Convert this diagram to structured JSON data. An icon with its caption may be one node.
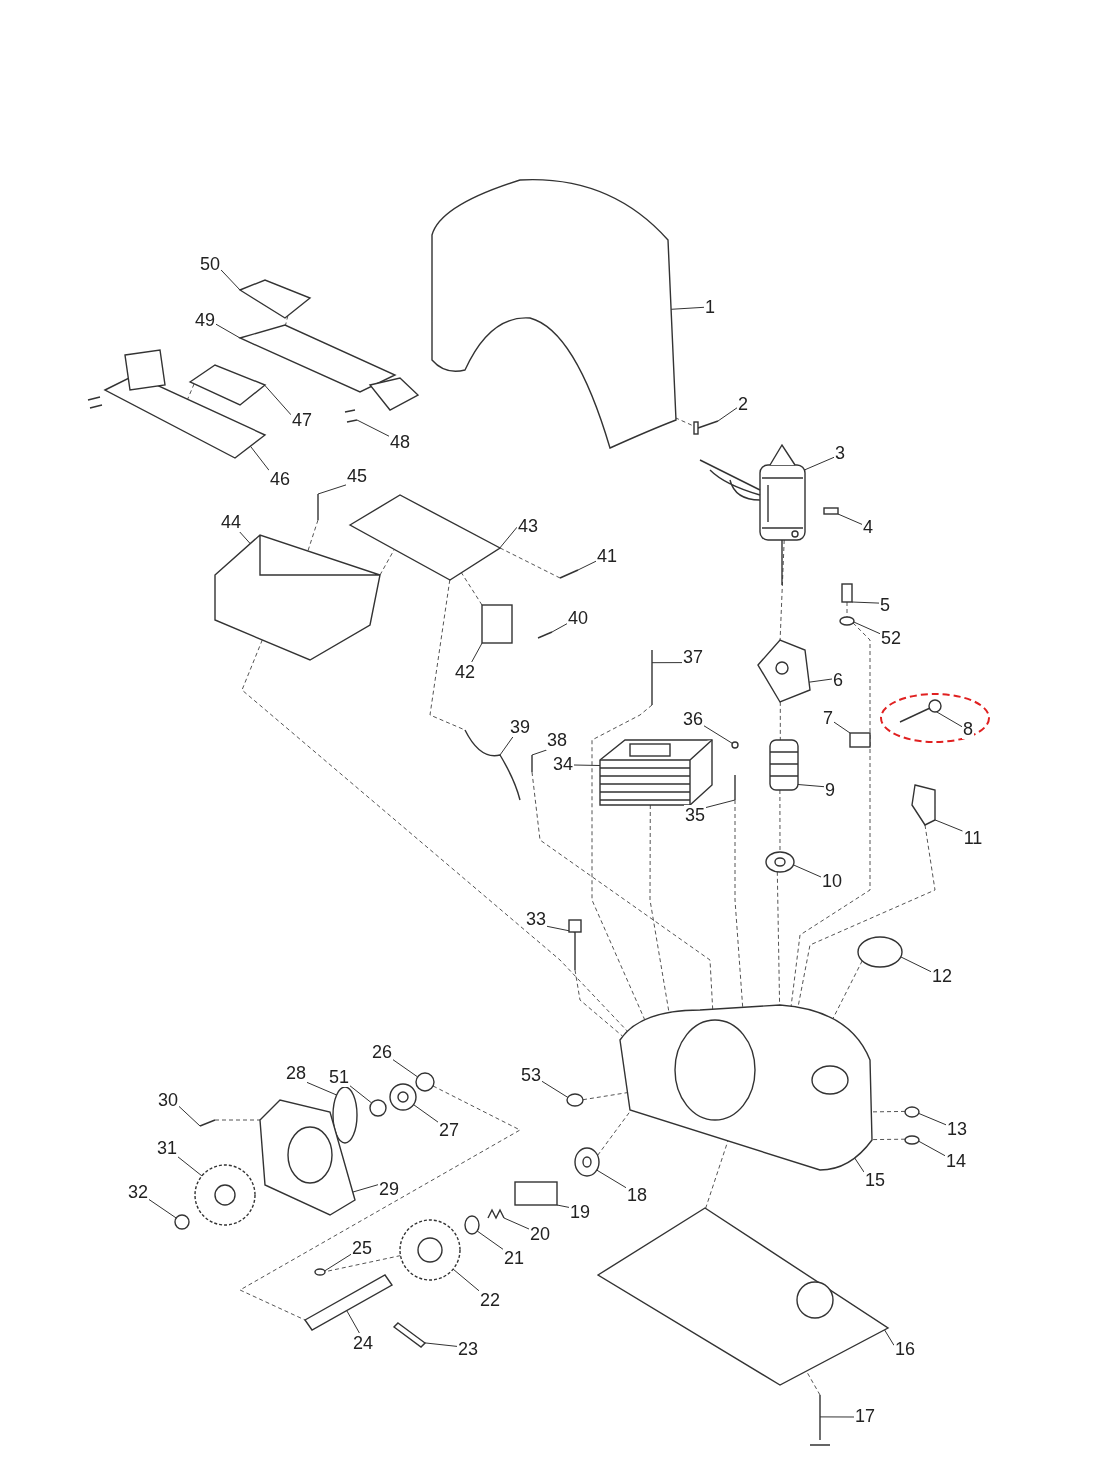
{
  "diagram": {
    "nodes": [
      {
        "text": [
          "1"
        ]
      },
      {
        "text": [
          "2"
        ]
      },
      {
        "text": [
          "3"
        ]
      },
      {
        "text": [
          "4"
        ]
      },
      {
        "text": [
          "5"
        ]
      },
      {
        "text": [
          "6"
        ]
      },
      {
        "text": [
          "7"
        ]
      },
      {
        "text": [
          "8"
        ]
      },
      {
        "text": [
          "9"
        ]
      },
      {
        "text": [
          "10"
        ]
      },
      {
        "text": [
          "11"
        ]
      },
      {
        "text": [
          "12"
        ]
      },
      {
        "text": [
          "13"
        ]
      },
      {
        "text": [
          "14"
        ]
      },
      {
        "text": [
          "15"
        ]
      },
      {
        "text": [
          "16"
        ]
      },
      {
        "text": [
          "17"
        ]
      },
      {
        "text": [
          "18"
        ]
      },
      {
        "text": [
          "19"
        ]
      },
      {
        "text": [
          "20"
        ]
      },
      {
        "text": [
          "21"
        ]
      },
      {
        "text": [
          "22"
        ]
      },
      {
        "text": [
          "23"
        ]
      },
      {
        "text": [
          "24"
        ]
      },
      {
        "text": [
          "25"
        ]
      },
      {
        "text": [
          "26"
        ]
      },
      {
        "text": [
          "27"
        ]
      },
      {
        "text": [
          "28"
        ]
      },
      {
        "text": [
          "29"
        ]
      },
      {
        "text": [
          "30"
        ]
      },
      {
        "text": [
          "31"
        ]
      },
      {
        "text": [
          "32"
        ]
      },
      {
        "text": [
          "33"
        ]
      },
      {
        "text": [
          "34"
        ]
      },
      {
        "text": [
          "35"
        ]
      },
      {
        "text": [
          "36"
        ]
      },
      {
        "text": [
          "37"
        ]
      },
      {
        "text": [
          "38"
        ]
      },
      {
        "text": [
          "39"
        ]
      },
      {
        "text": [
          "40"
        ]
      },
      {
        "text": [
          "41"
        ]
      },
      {
        "text": [
          "42"
        ]
      },
      {
        "text": [
          "43"
        ]
      },
      {
        "text": [
          "44"
        ]
      },
      {
        "text": [
          "45"
        ]
      },
      {
        "text": [
          "46"
        ]
      },
      {
        "text": [
          "47"
        ]
      },
      {
        "text": [
          "48"
        ]
      },
      {
        "text": [
          "49"
        ]
      },
      {
        "text": [
          "50"
        ]
      },
      {
        "text": [
          "51"
        ]
      },
      {
        "text": [
          "52"
        ]
      },
      {
        "text": [
          "53"
        ]
      },
      {
        "text": [],
        "shape": "picture"
      },
      {
        "text": [],
        "shape": "picture"
      },
      {
        "text": [],
        "shape": "picture"
      },
      {
        "text": [],
        "shape": "box"
      },
      {
        "text": [],
        "shape": "box"
      },
      {
        "text": [],
        "shape": "picture"
      },
      {
        "text": [],
        "shape": "box"
      },
      {
        "text": [],
        "shape": "picture"
      },
      {
        "text": [],
        "shape": "picture"
      },
      {
        "text": [],
        "shape": "picture"
      },
      {
        "text": [],
        "shape": "picture"
      },
      {
        "text": [],
        "shape": "circle"
      },
      {
        "text": [],
        "shape": "circle"
      },
      {
        "text": [],
        "shape": "circle"
      },
      {
        "text": [],
        "shape": "picture"
      },
      {
        "text": [],
        "shape": "picture"
      },
      {
        "text": [],
        "shape": "picture"
      },
      {
        "text": [],
        "shape": "picture"
      },
      {
        "text": [],
        "shape": "box"
      },
      {
        "text": [],
        "shape": "picture"
      },
      {
        "text": [],
        "shape": "circle"
      },
      {
        "text": [],
        "shape": "picture"
      },
      {
        "text": [],
        "shape": "picture"
      },
      {
        "text": [],
        "shape": "picture"
      },
      {
        "text": [],
        "shape": "circle"
      },
      {
        "text": [],
        "shape": "circle"
      },
      {
        "text": [],
        "shape": "picture"
      },
      {
        "text": [],
        "shape": "circle"
      },
      {
        "text": [],
        "shape": "picture"
      },
      {
        "text": [],
        "shape": "picture"
      },
      {
        "text": [],
        "shape": "picture"
      },
      {
        "text": [],
        "shape": "circle"
      },
      {
        "text": [],
        "shape": "picture"
      },
      {
        "text": [],
        "shape": "picture"
      },
      {
        "text": [],
        "shape": "picture"
      },
      {
        "text": [],
        "shape": "circle"
      },
      {
        "text": [],
        "shape": "picture"
      },
      {
        "text": [],
        "shape": "picture"
      },
      {
        "text": [],
        "shape": "picture"
      },
      {
        "text": [],
        "shape": "picture"
      },
      {
        "text": [],
        "shape": "picture"
      },
      {
        "text": [],
        "shape": "box"
      },
      {
        "text": [],
        "shape": "picture"
      },
      {
        "text": [],
        "shape": "picture"
      },
      {
        "text": [],
        "shape": "picture"
      },
      {
        "text": [],
        "shape": "picture"
      },
      {
        "text": [],
        "shape": "picture"
      },
      {
        "text": [],
        "shape": "picture"
      },
      {
        "text": [],
        "shape": "picture"
      },
      {
        "text": [],
        "shape": "picture"
      },
      {
        "text": [],
        "shape": "circle"
      },
      {
        "text": [],
        "shape": "circle"
      },
      {
        "text": [],
        "shape": "circle"
      }
    ],
    "edges": [
      {
        "from": 0,
        "to": 53,
        "arrow": "none"
      },
      {
        "from": 1,
        "to": 54,
        "arrow": "none"
      },
      {
        "from": 2,
        "to": 55,
        "arrow": "none"
      },
      {
        "from": 3,
        "to": 56,
        "arrow": "none"
      },
      {
        "from": 4,
        "to": 57,
        "arrow": "none"
      },
      {
        "from": 5,
        "to": 58,
        "arrow": "none"
      },
      {
        "from": 6,
        "to": 59,
        "arrow": "none"
      },
      {
        "from": 7,
        "to": 60,
        "arrow": "none"
      },
      {
        "from": 8,
        "to": 61,
        "arrow": "none"
      },
      {
        "from": 9,
        "to": 62,
        "arrow": "none"
      },
      {
        "from": 10,
        "to": 63,
        "arrow": "none"
      },
      {
        "from": 11,
        "to": 64,
        "arrow": "none"
      },
      {
        "from": 12,
        "to": 65,
        "arrow": "none"
      },
      {
        "from": 13,
        "to": 66,
        "arrow": "none"
      },
      {
        "from": 14,
        "to": 67,
        "arrow": "none"
      },
      {
        "from": 15,
        "to": 68,
        "arrow": "none"
      },
      {
        "from": 16,
        "to": 69,
        "arrow": "none"
      },
      {
        "from": 17,
        "to": 70,
        "arrow": "none"
      },
      {
        "from": 18,
        "to": 71,
        "arrow": "none"
      },
      {
        "from": 19,
        "to": 72,
        "arrow": "none"
      },
      {
        "from": 20,
        "to": 73,
        "arrow": "none"
      },
      {
        "from": 21,
        "to": 74,
        "arrow": "none"
      },
      {
        "from": 22,
        "to": 75,
        "arrow": "none"
      },
      {
        "from": 23,
        "to": 76,
        "arrow": "none"
      },
      {
        "from": 24,
        "to": 77,
        "arrow": "none"
      },
      {
        "from": 25,
        "to": 78,
        "arrow": "none"
      },
      {
        "from": 26,
        "to": 79,
        "arrow": "none"
      },
      {
        "from": 27,
        "to": 80,
        "arrow": "none"
      },
      {
        "from": 28,
        "to": 81,
        "arrow": "none"
      },
      {
        "from": 29,
        "to": 82,
        "arrow": "none"
      },
      {
        "from": 30,
        "to": 83,
        "arrow": "none"
      },
      {
        "from": 31,
        "to": 84,
        "arrow": "none"
      },
      {
        "from": 32,
        "to": 85,
        "arrow": "none"
      },
      {
        "from": 33,
        "to": 86,
        "arrow": "none"
      },
      {
        "from": 34,
        "to": 87,
        "arrow": "none"
      },
      {
        "from": 35,
        "to": 88,
        "arrow": "none"
      },
      {
        "from": 36,
        "to": 89,
        "arrow": "none"
      },
      {
        "from": 37,
        "to": 90,
        "arrow": "none"
      },
      {
        "from": 38,
        "to": 91,
        "arrow": "none"
      },
      {
        "from": 39,
        "to": 92,
        "arrow": "none"
      },
      {
        "from": 40,
        "to": 93,
        "arrow": "none"
      },
      {
        "from": 41,
        "to": 94,
        "arrow": "none"
      },
      {
        "from": 42,
        "to": 95,
        "arrow": "none"
      },
      {
        "from": 43,
        "to": 96,
        "arrow": "none"
      },
      {
        "from": 44,
        "to": 97,
        "arrow": "none"
      },
      {
        "from": 45,
        "to": 98,
        "arrow": "none"
      },
      {
        "from": 46,
        "to": 99,
        "arrow": "none"
      },
      {
        "from": 47,
        "to": 100,
        "arrow": "none"
      },
      {
        "from": 48,
        "to": 101,
        "arrow": "none"
      },
      {
        "from": 49,
        "to": 102,
        "arrow": "none"
      },
      {
        "from": 50,
        "to": 103,
        "arrow": "none"
      },
      {
        "from": 51,
        "to": 104,
        "arrow": "none"
      },
      {
        "from": 52,
        "to": 105,
        "arrow": "none"
      },
      {
        "from": 54,
        "to": 53,
        "arrow": "none",
        "style": "dashed"
      },
      {
        "from": 55,
        "to": 58,
        "arrow": "none",
        "style": "dashed"
      },
      {
        "from": 58,
        "to": 61,
        "arrow": "none",
        "style": "dashed"
      },
      {
        "from": 61,
        "to": 62,
        "arrow": "none",
        "style": "dashed"
      },
      {
        "from": 62,
        "to": 67,
        "arrow": "none",
        "style": "dashed"
      },
      {
        "from": 57,
        "to": 104,
        "arrow": "none",
        "style": "dashed"
      },
      {
        "from": 104,
        "to": 67,
        "arrow": "none",
        "style": "dashed"
      },
      {
        "from": 63,
        "to": 67,
        "arrow": "none",
        "style": "dashed"
      },
      {
        "from": 64,
        "to": 67,
        "arrow": "none",
        "style": "dashed"
      },
      {
        "from": 65,
        "to": 67,
        "arrow": "none",
        "style": "dashed"
      },
      {
        "from": 66,
        "to": 67,
        "arrow": "none",
        "style": "dashed"
      },
      {
        "from": 69,
        "to": 68,
        "arrow": "none",
        "style": "dashed"
      },
      {
        "from": 68,
        "to": 67,
        "arrow": "none",
        "style": "dashed"
      },
      {
        "from": 70,
        "to": 67,
        "arrow": "none",
        "style": "dashed"
      },
      {
        "from": 85,
        "to": 67,
        "arrow": "none",
        "style": "dashed"
      },
      {
        "from": 105,
        "to": 67,
        "arrow": "none",
        "style": "dashed"
      },
      {
        "from": 86,
        "to": 67,
        "arrow": "none",
        "style": "dashed"
      },
      {
        "from": 87,
        "to": 67,
        "arrow": "none",
        "style": "dashed"
      },
      {
        "from": 89,
        "to": 67,
        "arrow": "none",
        "style": "dashed"
      },
      {
        "from": 90,
        "to": 67,
        "arrow": "none",
        "style": "dashed"
      },
      {
        "from": 96,
        "to": 67,
        "arrow": "none",
        "style": "dashed"
      },
      {
        "from": 95,
        "to": 91,
        "arrow": "none",
        "style": "dashed"
      },
      {
        "from": 96,
        "to": 95,
        "arrow": "none",
        "style": "dashed"
      },
      {
        "from": 93,
        "to": 95,
        "arrow": "none",
        "style": "dashed"
      },
      {
        "from": 94,
        "to": 95,
        "arrow": "none",
        "style": "dashed"
      },
      {
        "from": 97,
        "to": 96,
        "arrow": "none",
        "style": "dashed"
      },
      {
        "from": 102,
        "to": 101,
        "arrow": "none",
        "style": "dashed"
      },
      {
        "from": 99,
        "to": 98,
        "arrow": "none",
        "style": "dashed"
      },
      {
        "from": 82,
        "to": 81,
        "arrow": "none",
        "style": "dashed"
      },
      {
        "from": 78,
        "to": 76,
        "arrow": "none",
        "style": "dashed"
      },
      {
        "from": 74,
        "to": 77,
        "arrow": "none",
        "style": "dashed"
      }
    ]
  }
}
